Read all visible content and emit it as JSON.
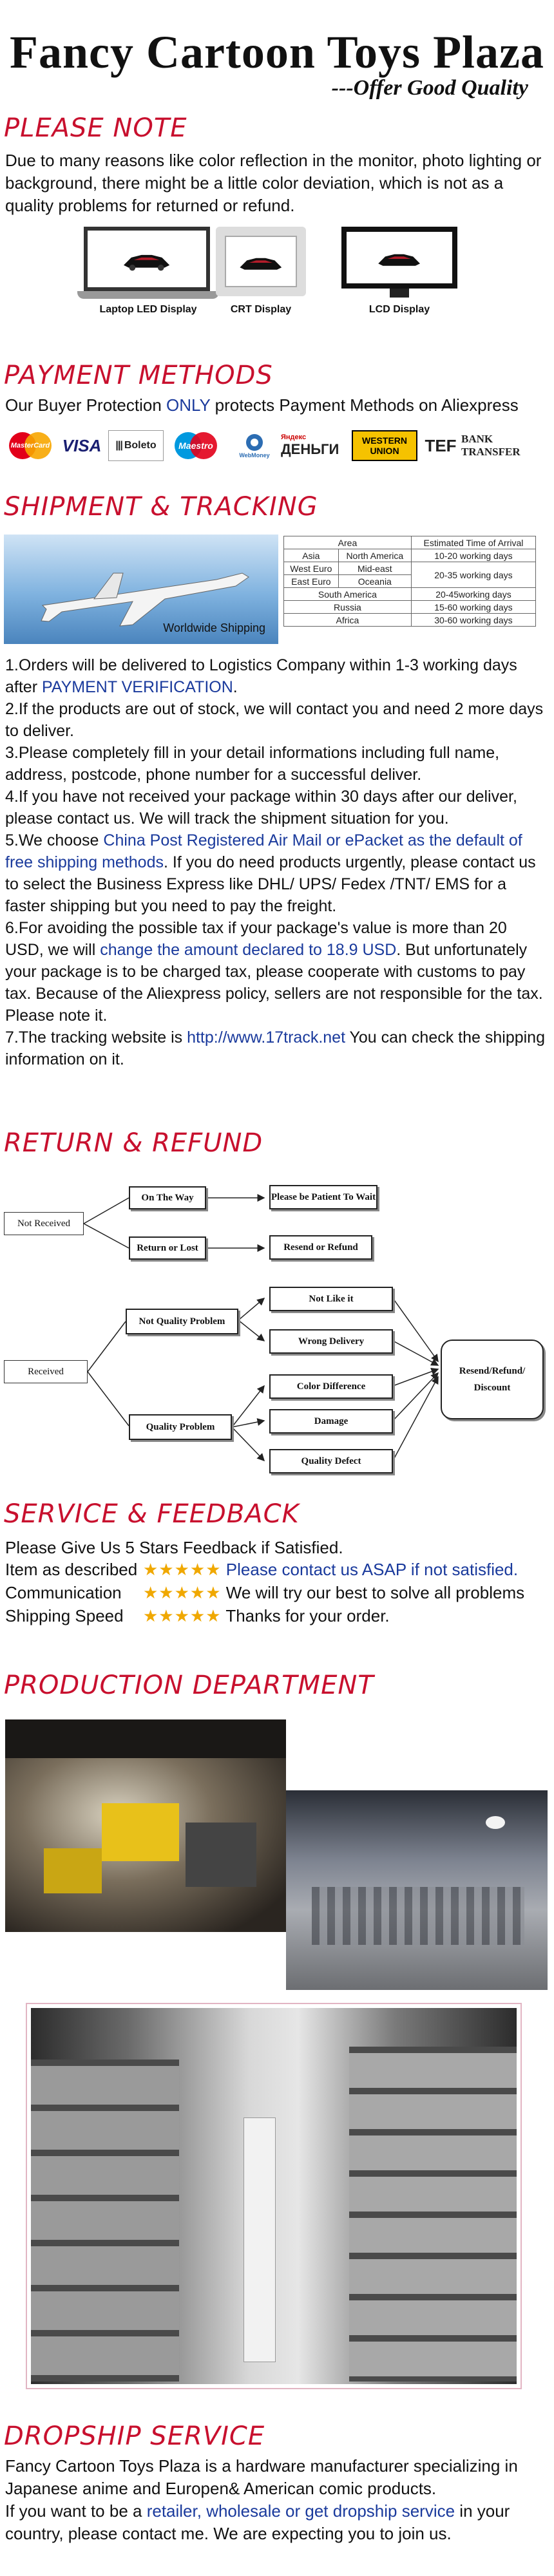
{
  "header": {
    "title": "Fancy Cartoon Toys Plaza",
    "tagline": "---Offer Good Quality"
  },
  "please_note": {
    "title": "PLEASE NOTE",
    "text": "Due to many reasons like color reflection in the monitor, photo lighting or background, there might be a little color deviation, which is not as a quality problems for returned or refund.",
    "displays": [
      "Laptop LED Display",
      "CRT Display",
      "LCD Display"
    ]
  },
  "payment": {
    "title": "PAYMENT METHODS",
    "text_before": "Our Buyer Protection ",
    "text_highlight": "ONLY",
    "text_after": " protects Payment Methods on Aliexpress",
    "logos": [
      "MasterCard",
      "VISA",
      "Boleto",
      "Maestro",
      "WebMoney",
      "ДЕНЬГИ",
      "WESTERN UNION",
      "TEF",
      "BANK TRANSFER"
    ],
    "logo_small": {
      "webmoney": "WebMoney",
      "yandex": "Яндекс",
      "boleto_prefix": "|||"
    }
  },
  "shipment": {
    "title": "SHIPMENT & TRACKING",
    "image_caption": "Worldwide Shipping",
    "table": {
      "headers": [
        "Area",
        "Estimated Time of Arrival"
      ],
      "rows": [
        {
          "a": "Asia",
          "b": "North America",
          "time": "10-20 working days"
        },
        {
          "a": "West Euro",
          "b": "Mid-east",
          "time": "20-35 working days"
        },
        {
          "a": "East Euro",
          "b": "Oceania",
          "time": ""
        },
        {
          "area": "South America",
          "time": "20-45working days"
        },
        {
          "area": "Russia",
          "time": "15-60 working days"
        },
        {
          "area": "Africa",
          "time": "30-60 working days"
        }
      ]
    },
    "p1_a": "1.Orders will be delivered to Logistics Company within 1-3 working days after ",
    "p1_b": "PAYMENT VERIFICATION",
    "p1_c": ".",
    "p2": "2.If the products are out of stock, we will contact you and need 2 more days to deliver.",
    "p3": "3.Please completely fill in your detail informations including full name, address, postcode, phone number for a successful deliver.",
    "p4": "4.If you have not received your package within 30 days after our deliver, please contact us. We will track the shipment situation for you.",
    "p5_a": "5.We choose ",
    "p5_b": "China Post Registered Air Mail or ePacket as the default of free shipping methods",
    "p5_c": ". If you do need products urgently, please contact us to select the Business Express like DHL/ UPS/ Fedex /TNT/ EMS for a faster shipping but you need to pay the freight.",
    "p6_a": "6.For avoiding the possible tax if your package's value is more than 20 USD, we will ",
    "p6_b": "change the amount declared to 18.9 USD",
    "p6_c": ". But unfortunately your package is to be charged tax, please cooperate with customs to pay tax. Because of the Aliexpress policy, sellers are not responsible for the tax. Please note it.",
    "p7_a": "7.The tracking website is ",
    "p7_b": "http://www.17track.net",
    "p7_c": " You can check the shipping information on it."
  },
  "refund": {
    "title": "RETURN & REFUND",
    "not_received": "Not Received",
    "on_the_way": "On The Way",
    "be_patient": "Please be Patient To Wait",
    "return_or_lost": "Return or Lost",
    "resend_or_refund": "Resend or Refund",
    "received": "Received",
    "not_quality_problem": "Not Quality Problem",
    "not_like_it": "Not Like it",
    "wrong_delivery": "Wrong Delivery",
    "quality_problem": "Quality Problem",
    "color_difference": "Color Difference",
    "damage": "Damage",
    "quality_defect": "Quality Defect",
    "resend_refund_discount": "Resend/Refund/ Discount"
  },
  "service": {
    "title": "SERVICE & FEEDBACK",
    "intro": "Please Give Us 5 Stars Feedback if Satisfied.",
    "stars": "★★★★★",
    "rows": [
      {
        "label": "Item as described",
        "text": "Please contact us ASAP if not satisfied."
      },
      {
        "label": "Communication",
        "text": "We will try our best to solve all problems"
      },
      {
        "label": "Shipping Speed",
        "text": "Thanks for your order."
      }
    ]
  },
  "production": {
    "title": "PRODUCTION DEPARTMENT"
  },
  "dropship": {
    "title": "DROPSHIP SERVICE",
    "p1": "Fancy Cartoon Toys Plaza is a hardware manufacturer specializing in Japanese anime and Europen& American comic products.",
    "p2_a": "If you want to be a ",
    "p2_b": "retailer, wholesale or get dropship service",
    "p2_c": " in your country, please contact me. We are expecting you to join us."
  },
  "colors": {
    "accent_red": "#c8102e",
    "link_blue": "#1a3a9c",
    "star_gold": "#f0a800"
  }
}
